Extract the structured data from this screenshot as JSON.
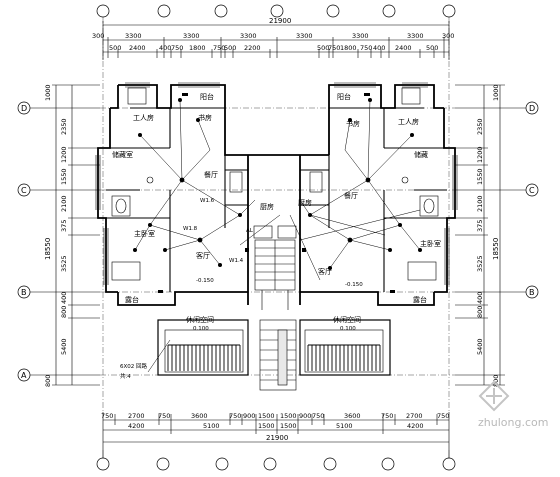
{
  "drawing": {
    "top_total": "21900",
    "bottom_total": "21900",
    "top_row1": [
      "300",
      "3300",
      "3300",
      "3300",
      "3300",
      "3300",
      "3300",
      "300"
    ],
    "top_row2": [
      "500",
      "2400",
      "400",
      "750",
      "1800",
      "750",
      "500",
      "2200",
      "500",
      "750",
      "1800",
      "750",
      "400",
      "2400",
      "500"
    ],
    "bottom_row1": [
      "750",
      "2700",
      "750",
      "3600",
      "750",
      "900",
      "1500",
      "1500",
      "900",
      "750",
      "3600",
      "750",
      "2700",
      "750"
    ],
    "bottom_row2": [
      "4200",
      "5100",
      "1500",
      "1500",
      "5100",
      "4200"
    ],
    "left_dims": [
      "1000",
      "2350",
      "1200",
      "1550",
      "2100",
      "375",
      "3525",
      "400",
      "800",
      "5400",
      "800"
    ],
    "left_total": "18550",
    "right_dims": [
      "1000",
      "2350",
      "1200",
      "1550",
      "2100",
      "375",
      "3525",
      "400",
      "800",
      "5400",
      "800"
    ],
    "right_total": "18550",
    "axis_labels_rows": [
      "D",
      "C",
      "B",
      "A"
    ],
    "rooms": {
      "balcony_top_left": "阳台",
      "balcony_top_right": "阳台",
      "study_left": "书房",
      "study_right": "书房",
      "servant_left": "工人房",
      "servant_right": "工人房",
      "storage_left": "储藏室",
      "storage_right": "储藏",
      "dining_left": "餐厅",
      "dining_right": "餐厅",
      "kitchen_left": "厨房",
      "kitchen_right": "厨房",
      "master_left": "主卧室",
      "master_right": "主卧室",
      "living_left": "客厅",
      "living_right": "客厅",
      "balcony_bottom_left": "露台",
      "balcony_bottom_right": "露台",
      "leisure_left": "休闲空间",
      "leisure_right": "休闲空间",
      "elev_left": "-0.150",
      "elev_right": "-0.150",
      "elev_leisure_left": "0.100",
      "elev_leisure_right": "0.100",
      "al_label": "AL",
      "w_labels": [
        "W1.6",
        "W1.8",
        "W1.4"
      ],
      "note_line1": "6X02 回路",
      "note_line2": "共.4"
    },
    "watermark": "zhulong.com"
  }
}
